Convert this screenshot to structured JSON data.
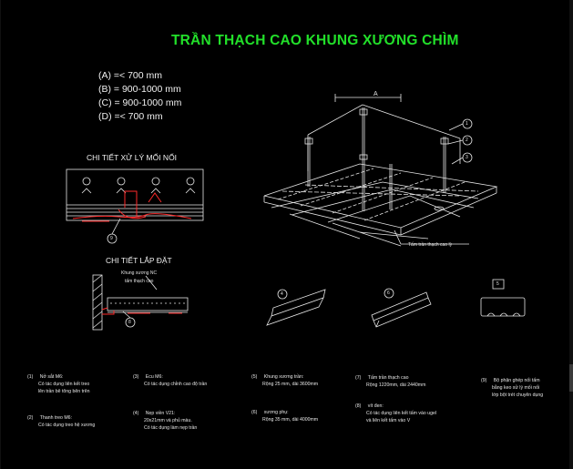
{
  "title": "TRẦN THẠCH CAO KHUNG XƯƠNG CHÌM",
  "dimensions": [
    "(A)   =<   700 mm",
    "(B)   = 900-1000 mm",
    "(C)    = 900-1000 mm",
    "(D)   =<   700 mm"
  ],
  "detail_joint_title": "CHI TIẾT XỬ LÝ MỐI NỐI",
  "detail_install_title": "CHI TIẾT LẮP ĐẶT",
  "install_labels": [
    "Khung xương NC",
    "tấm thạch cao"
  ],
  "ceiling_board_label": "Tấm trần thạch cao lỳ",
  "dimension_letter": "A",
  "callout_numbers": [
    "1",
    "2",
    "3",
    "4",
    "5",
    "6",
    "7",
    "8",
    "9"
  ],
  "notes": [
    {
      "number": "(1)",
      "title": "Nở sắt M6:",
      "body": [
        "Có tác dụng liên kết treo",
        "lên trần bê tông bên trên"
      ]
    },
    {
      "number": "(2)",
      "title": "Thanh treo M6:",
      "body": [
        "Có tác dụng treo hệ xương"
      ]
    },
    {
      "number": "(3)",
      "title": "Ecu M6:",
      "body": [
        "Có tác dụng chỉnh cao độ trần"
      ]
    },
    {
      "number": "(4)",
      "title": "Nẹp viền V21:",
      "body": [
        "20x21mm và phủ màu.",
        "Có tác dụng làm nẹp trần"
      ]
    },
    {
      "number": "(5)",
      "title": "Khung xương trần:",
      "body": [
        "Rộng 25 mm, dài 3600mm"
      ]
    },
    {
      "number": "(6)",
      "title": "xương phụ:",
      "body": [
        "Rộng 35 mm, dài 4000mm"
      ]
    },
    {
      "number": "(7)",
      "title": "Tấm trần thạch cao",
      "body": [
        "Rộng 1220mm, dài 2440mm"
      ]
    },
    {
      "number": "(8)",
      "title": "vít đen:",
      "body": [
        "Có tác dụng liên kết tấm vào ugel",
        "và liên kết tấm vào V"
      ]
    },
    {
      "number": "(9)",
      "title": "Bộ phận ghép nối tấm",
      "body": [
        "bằng keo xử lý mối nối",
        "lớp bột trét chuyên dụng"
      ]
    }
  ],
  "colors": {
    "background": "#000000",
    "title": "#22e02a",
    "line": "#e6e6e6",
    "accent": "#ff2a2a"
  }
}
